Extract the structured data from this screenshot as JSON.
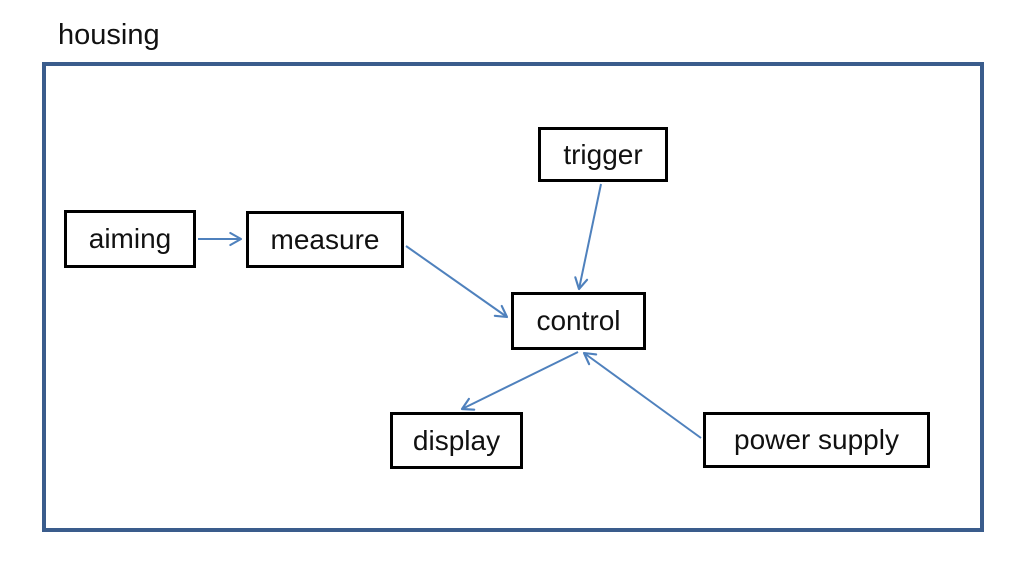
{
  "diagram": {
    "housing_label": "housing",
    "nodes": [
      {
        "id": "trigger",
        "label": "trigger"
      },
      {
        "id": "aiming",
        "label": "aiming"
      },
      {
        "id": "measure",
        "label": "measure"
      },
      {
        "id": "control",
        "label": "control"
      },
      {
        "id": "display",
        "label": "display"
      },
      {
        "id": "power_supply",
        "label": "power supply"
      }
    ],
    "edges": [
      {
        "from": "aiming",
        "to": "measure"
      },
      {
        "from": "measure",
        "to": "control"
      },
      {
        "from": "trigger",
        "to": "control"
      },
      {
        "from": "control",
        "to": "display"
      },
      {
        "from": "power_supply",
        "to": "control"
      }
    ],
    "colors": {
      "connector": "#4F81BD",
      "housing_border": "#3A5C8C",
      "node_border": "#000000",
      "background": "#FFFFFF"
    }
  }
}
